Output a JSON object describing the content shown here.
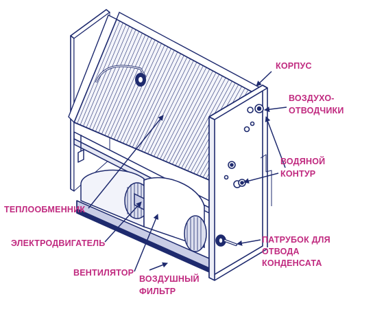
{
  "diagram": {
    "colors": {
      "line": "#1e2a6e",
      "label": "#c0297f",
      "shade": "#c9cde6",
      "light": "#e6e8f4"
    },
    "labels": {
      "housing": "КОРПУС",
      "air_vents_1": "ВОЗДУХО-",
      "air_vents_2": "ОТВОДЧИКИ",
      "water_circuit_1": "ВОДЯНОЙ",
      "water_circuit_2": "КОНТУР",
      "heat_exchanger": "ТЕПЛООБМЕННИК",
      "drain_pipe_1": "ПАТРУБОК ДЛЯ",
      "drain_pipe_2": "ОТВОДА",
      "drain_pipe_3": "КОНДЕНСАТА",
      "motor": "ЭЛЕКТРОДВИГАТЕЛЬ",
      "fan": "ВЕНТИЛЯТОР",
      "air_filter_1": "ВОЗДУШНЫЙ",
      "air_filter_2": "ФИЛЬТР"
    }
  }
}
